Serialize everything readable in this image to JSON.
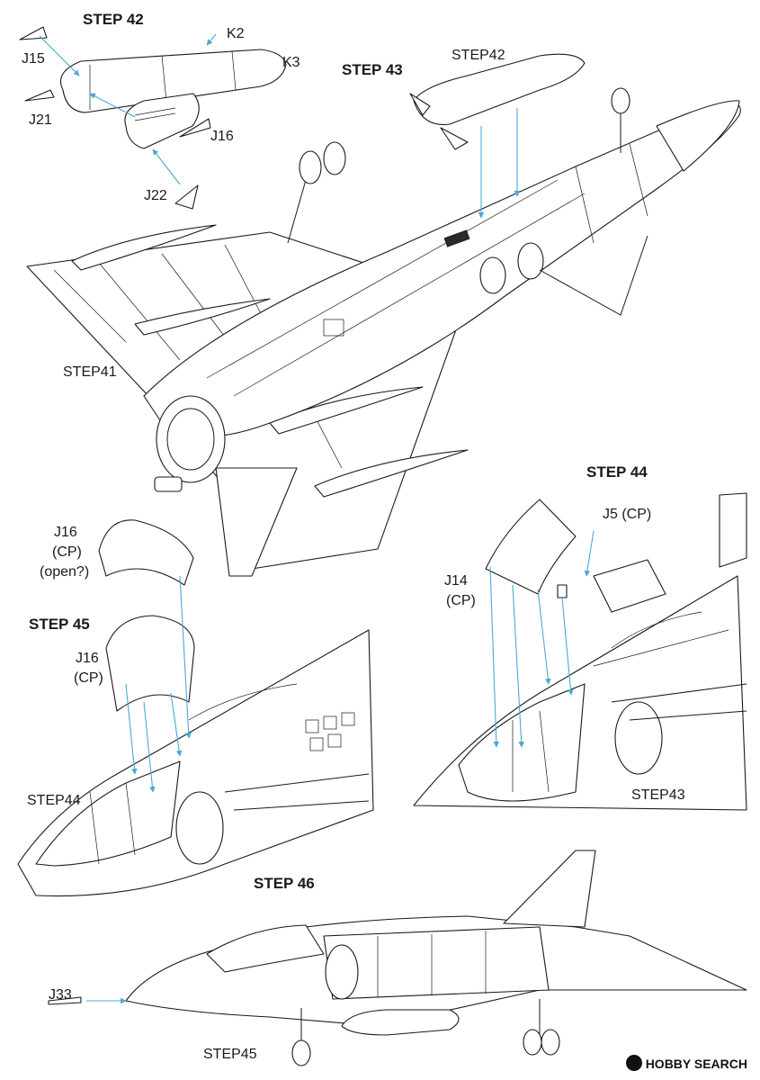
{
  "steps": {
    "step42": "STEP 42",
    "step43": "STEP 43",
    "step44": "STEP 44",
    "step45": "STEP 45",
    "step46": "STEP 46"
  },
  "refs": {
    "step42": "STEP42",
    "step41": "STEP41",
    "step44": "STEP44",
    "step43": "STEP43",
    "step45": "STEP45"
  },
  "parts": {
    "j15": "J15",
    "k2": "K2",
    "k3": "K3",
    "j21": "J21",
    "j16": "J16",
    "j22": "J22",
    "j16_cp_open": [
      "J16",
      "(CP)",
      "(open?)"
    ],
    "j16_cp": [
      "J16",
      "(CP)"
    ],
    "j5_cp": "J5 (CP)",
    "j14_cp": [
      "J14",
      "(CP)"
    ],
    "j33": "J33"
  },
  "watermark": "HOBBY SEARCH",
  "colors": {
    "arrow": "#4aa8d8",
    "line": "#1a1a1a",
    "background": "#ffffff"
  }
}
